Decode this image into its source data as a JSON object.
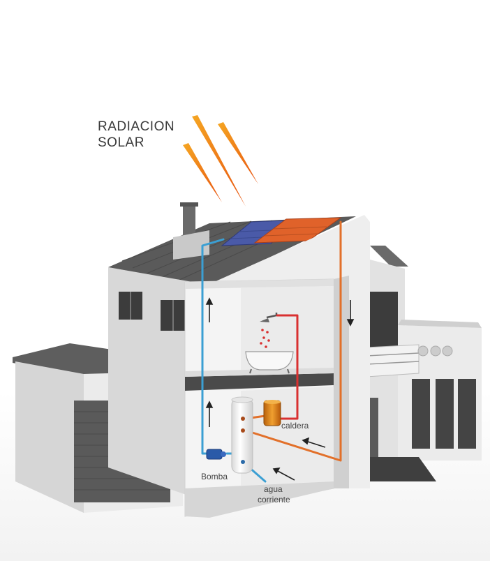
{
  "diagram": {
    "title_lines": [
      "RADIACION",
      "SOLAR"
    ],
    "labels": {
      "caldera": "caldera",
      "bomba": "Bomba",
      "agua_line1": "agua",
      "agua_line2": "corriente"
    },
    "colors": {
      "cold_pipe": "#3b9fd3",
      "hot_pipe": "#e2702a",
      "heater_pipe": "#d93030",
      "sun_ray": "#f07a1a",
      "collector_blue": "#4a5aa8",
      "collector_orange": "#e0622a",
      "roof": "#5c5c5c",
      "wall": "#e4e4e4",
      "pump": "#2a5aa8",
      "boiler": "#e08a1a"
    }
  }
}
